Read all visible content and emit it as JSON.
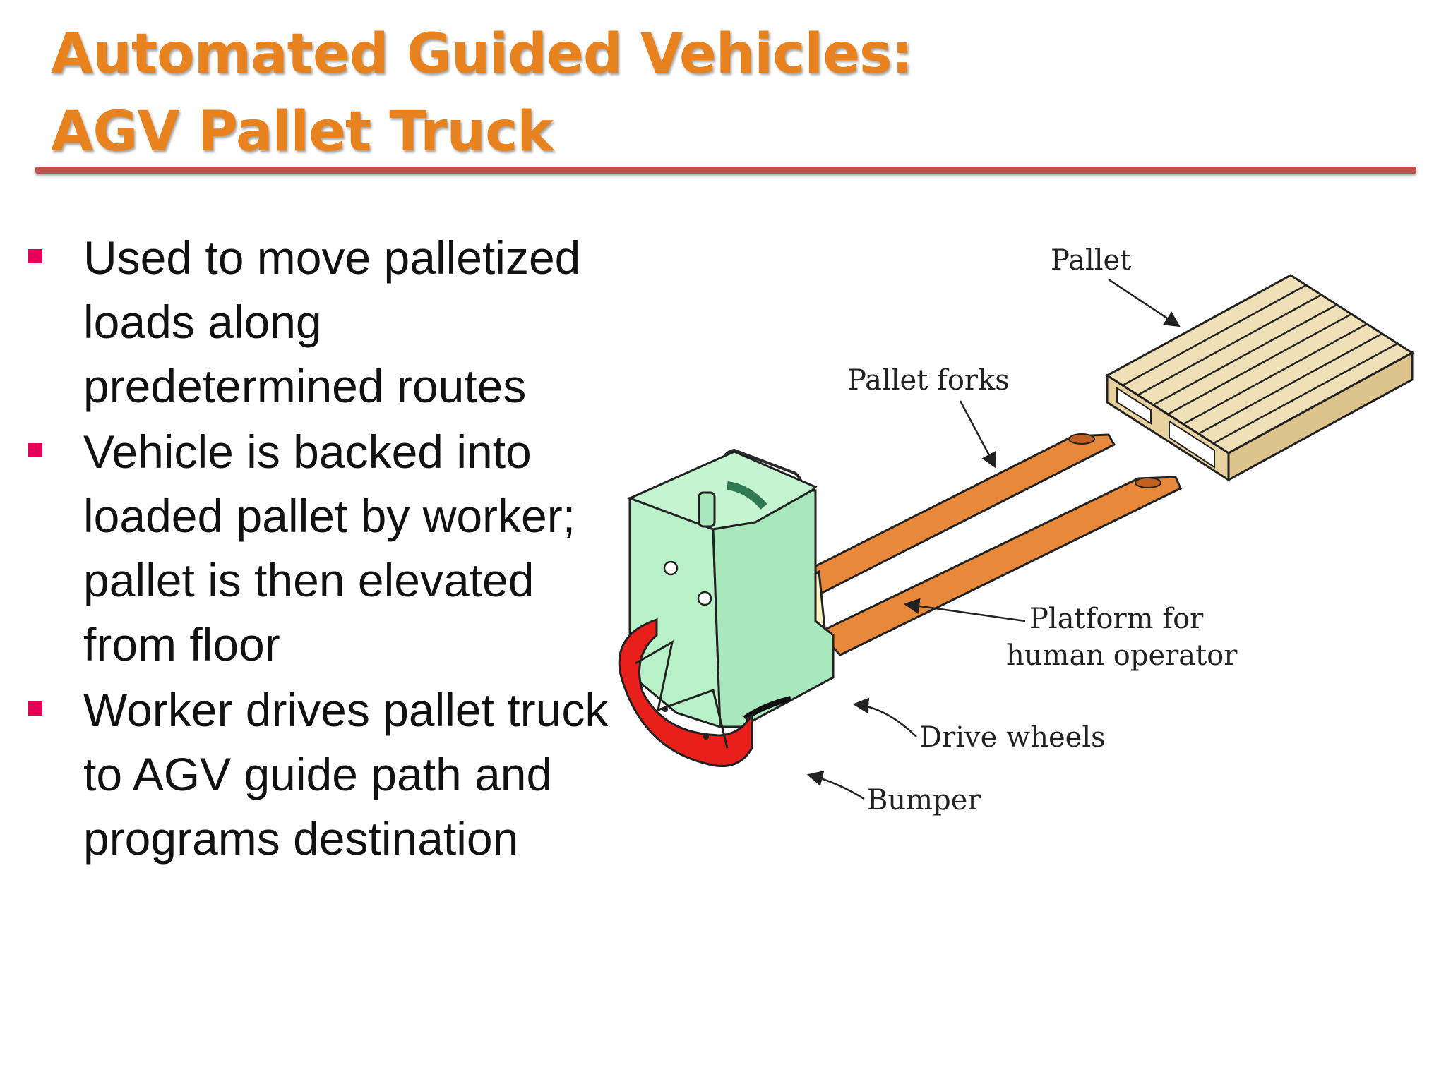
{
  "slide": {
    "title_line1": "Automated Guided Vehicles:",
    "title_line2": "AGV Pallet Truck",
    "bullets": [
      "Used to move palletized loads along predetermined routes",
      "Vehicle is backed into loaded pallet by worker; pallet is then elevated from floor",
      "Worker drives pallet truck to AGV guide path and programs destination"
    ]
  },
  "diagram": {
    "labels": {
      "pallet": "Pallet",
      "pallet_forks": "Pallet forks",
      "platform_line1": "Platform for",
      "platform_line2": "human operator",
      "drive_wheels": "Drive wheels",
      "bumper": "Bumper"
    },
    "colors": {
      "body": "#b8f0c8",
      "forks": "#e8883a",
      "pallet": "#f0e0b8",
      "bumper": "#e8201c",
      "platform": "#fdf3c0",
      "outline": "#222222"
    }
  }
}
